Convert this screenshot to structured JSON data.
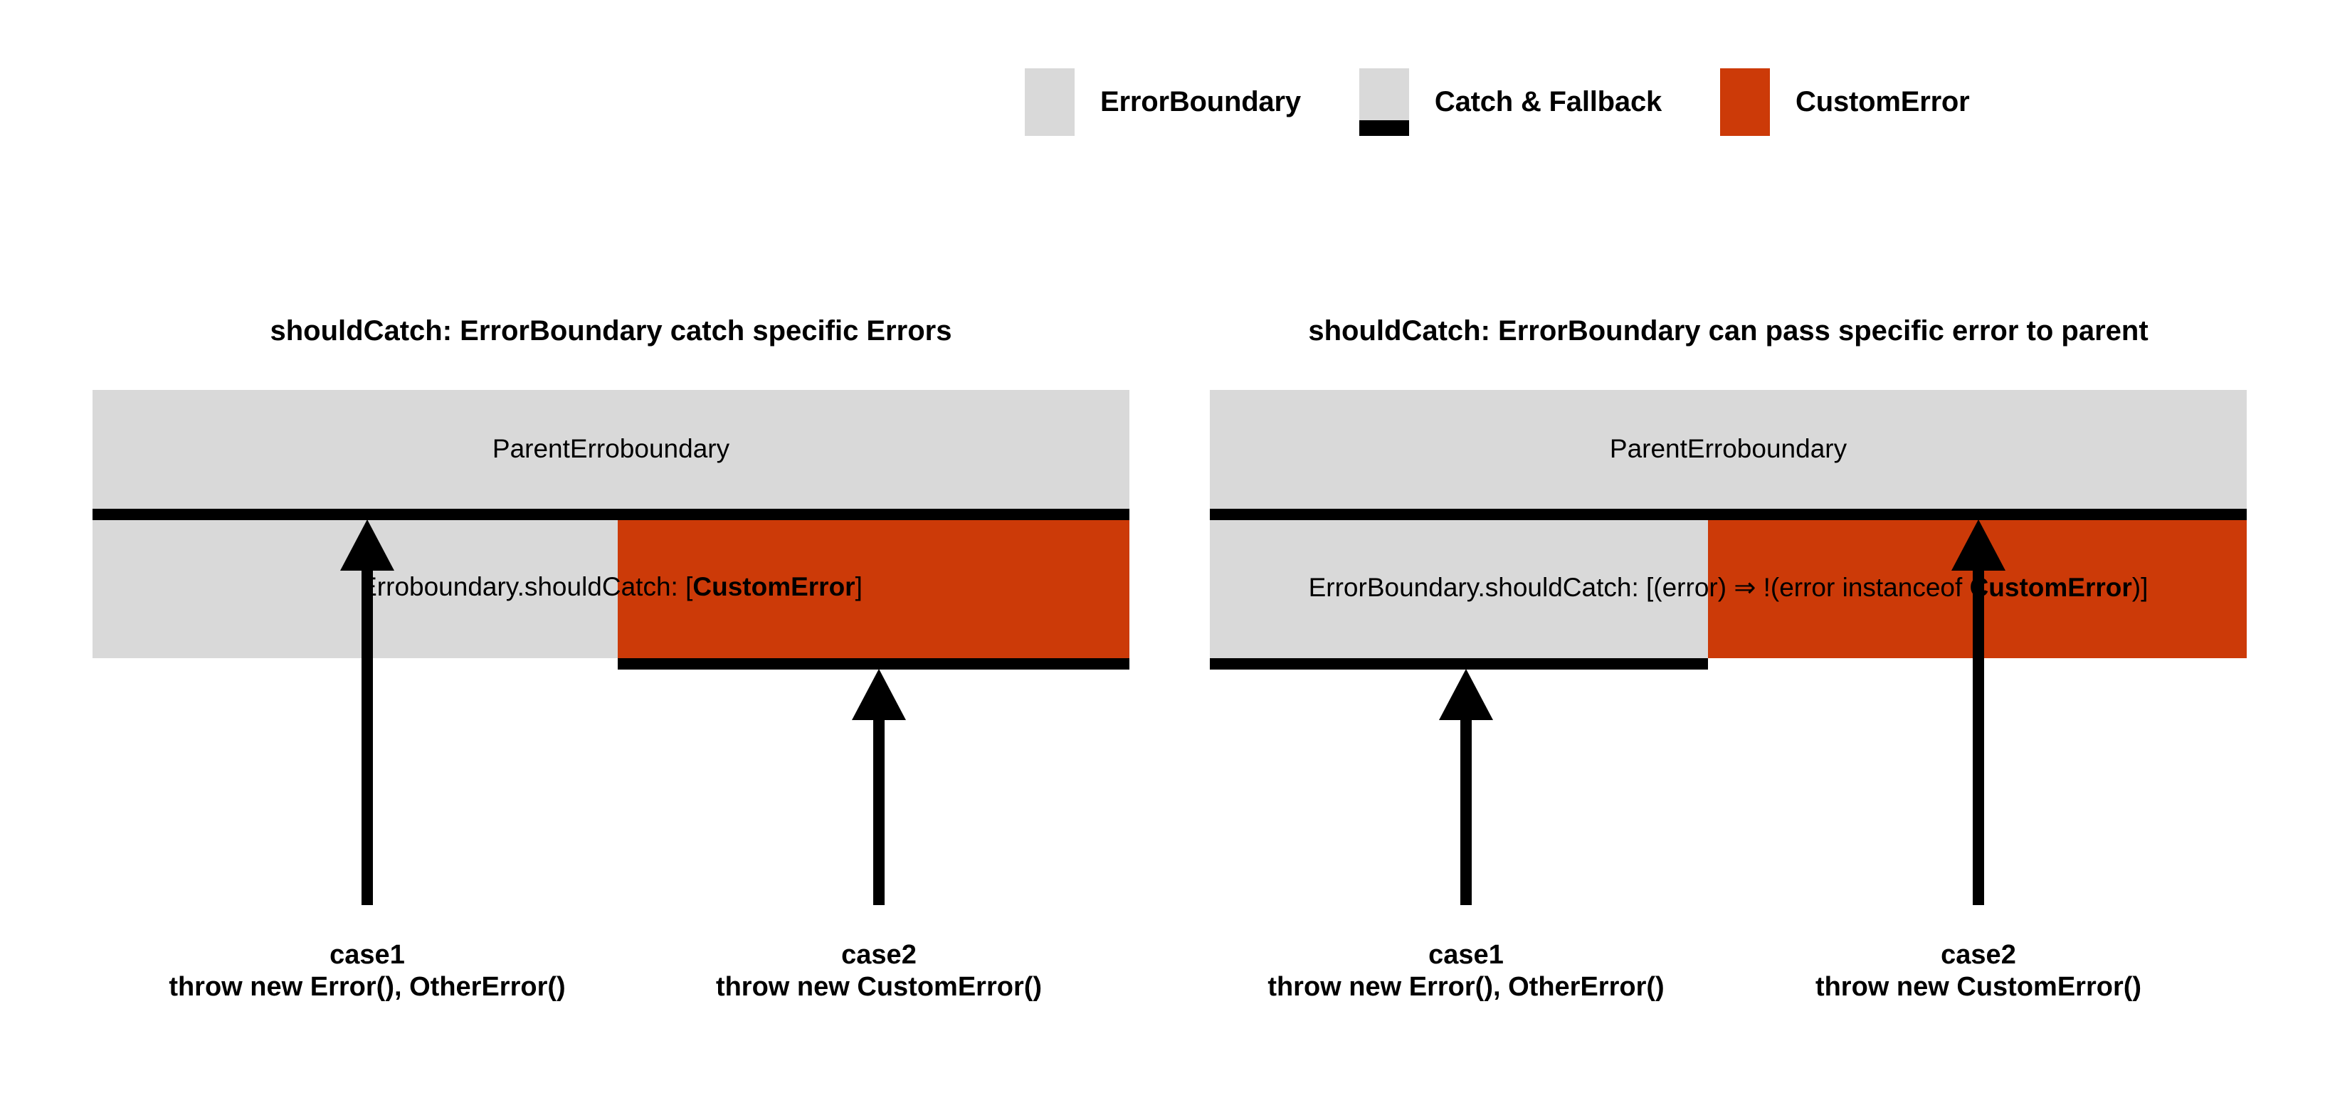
{
  "colors": {
    "boundary_gray": "#d9d9d9",
    "custom_error_orange": "#cc3a08",
    "catch_fallback_black": "#000000",
    "background": "#ffffff"
  },
  "legend": {
    "items": [
      {
        "label": "ErrorBoundary",
        "swatch": "gray",
        "icon": "gray-square-swatch"
      },
      {
        "label": "Catch & Fallback",
        "swatch": "gray-with-black-bottom-bar",
        "icon": "gray-square-with-black-bar-swatch"
      },
      {
        "label": "CustomError",
        "swatch": "orange",
        "icon": "orange-square-swatch"
      }
    ]
  },
  "panels": [
    {
      "title": "shouldCatch: ErrorBoundary catch specific Errors",
      "outer_label": "ParentErroboundary",
      "inner_label_prefix": "Erroboundary.shouldCatch: [",
      "inner_label_bold": "CustomError",
      "inner_label_suffix": "]",
      "inner_split": "gray-left-orange-right",
      "bottom_bar_under": "orange",
      "arrows": [
        {
          "name": "case1",
          "title": "case1",
          "subtitle": "throw new Error(), OtherError()",
          "points_to": "parent-boundary-catch-bar"
        },
        {
          "name": "case2",
          "title": "case2",
          "subtitle": "throw new CustomError()",
          "points_to": "custom-error-catch-bar"
        }
      ]
    },
    {
      "title": "shouldCatch: ErrorBoundary can pass specific error to parent",
      "outer_label": "ParentErroboundary",
      "inner_label_prefix": "ErrorBoundary.shouldCatch: [(error) ⇒ !(error instanceof ",
      "inner_label_bold": "CustomError",
      "inner_label_suffix": ")]",
      "inner_split": "gray-left-orange-right",
      "bottom_bar_under": "gray",
      "arrows": [
        {
          "name": "case1",
          "title": "case1",
          "subtitle": "throw new Error(), OtherError()",
          "points_to": "error-boundary-catch-bar"
        },
        {
          "name": "case2",
          "title": "case2",
          "subtitle": "throw new CustomError()",
          "points_to": "parent-boundary-catch-bar"
        }
      ]
    }
  ]
}
